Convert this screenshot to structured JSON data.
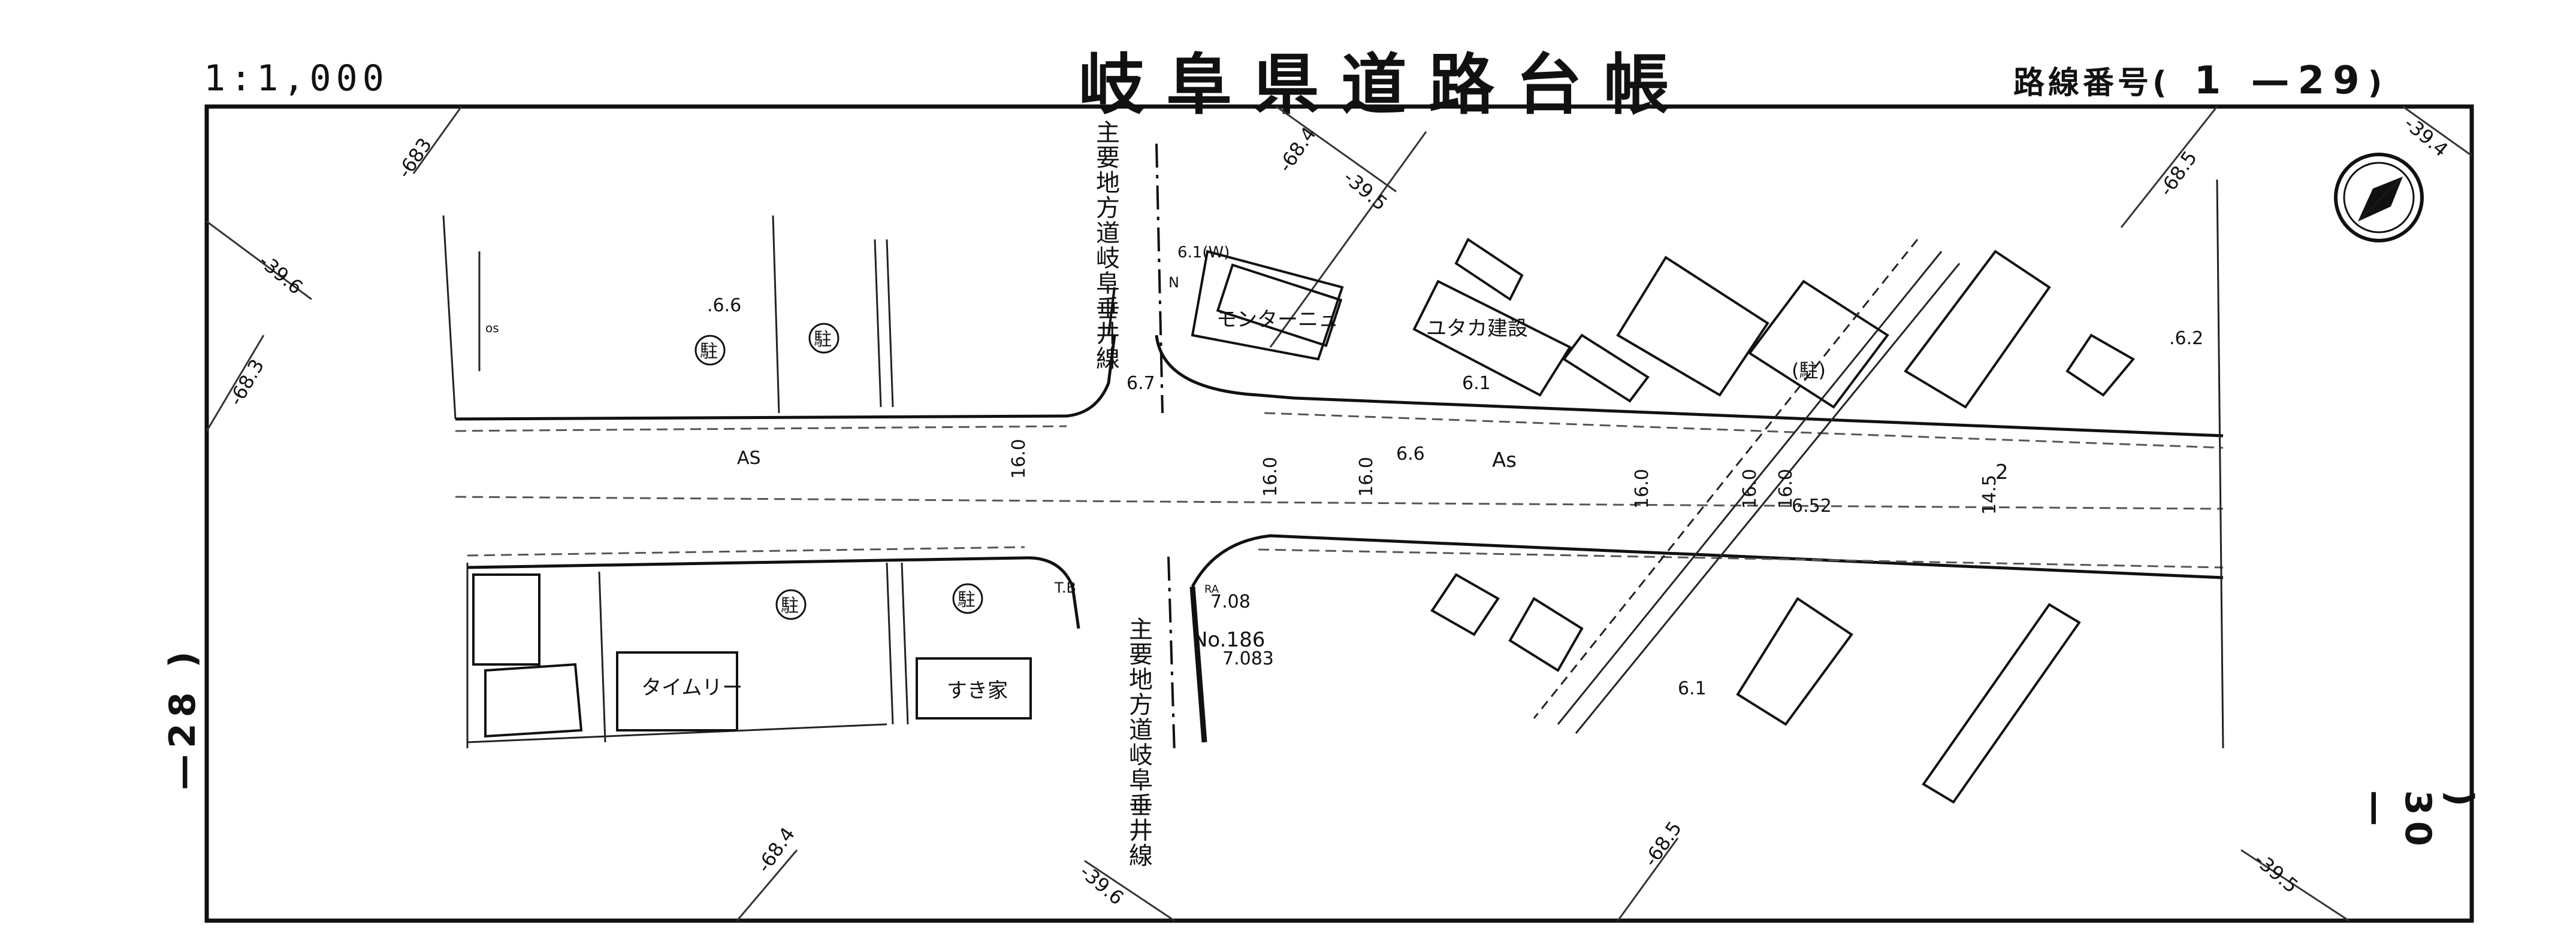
{
  "header": {
    "scale": "1:1,000",
    "title": "岐阜県道路台帳",
    "route_label": "路線番号(",
    "route_number": "1 —29",
    "route_close": ")"
  },
  "sheet": {
    "prev": "—28 )",
    "next": ") 30—"
  },
  "grid_labels": {
    "g1": "-683",
    "g2": "-68.4",
    "g3": "-39.5",
    "g4": "-68.5",
    "g5": "-39.4",
    "g6": "-39.6",
    "g7": "-68.3",
    "g8": "-68.4",
    "g9": "-39.6",
    "g10": "-68.5",
    "g11": "-39.5"
  },
  "road_names": {
    "north": "主要地方道岐阜垂井線",
    "south": "主要地方道岐阜垂井線"
  },
  "buildings": {
    "monta": "モンターニュ",
    "yutaka": "ユタカ建設",
    "timely": "タイムリー",
    "sukiya": "すき家"
  },
  "parking": {
    "p1": "駐",
    "p2": "駐",
    "p3": "駐",
    "p4": "駐",
    "p5": "(駐)"
  },
  "annotations": {
    "as_west": "AS",
    "as_east": "As",
    "w16a": "16.0",
    "w16b": "16.0",
    "w16c": "16.0",
    "w16d": "16.0",
    "w16e": "16.0",
    "w16f": "16.0",
    "w145": "14.5",
    "e66a": ".6.6",
    "e66b": "6.6",
    "e67": "6.7",
    "e61a": "6.1",
    "e61b": "6.1",
    "e62": ".6.2",
    "e652": "6.52",
    "e708": "7.08",
    "e7083": "7.083",
    "km": "No.186",
    "kw": "6.1(W)",
    "tb": "T.B",
    "n": "N",
    "sm": "2",
    "os": "os",
    "ra": "RA"
  },
  "icons": {
    "north_arrow": "north-arrow-icon"
  }
}
